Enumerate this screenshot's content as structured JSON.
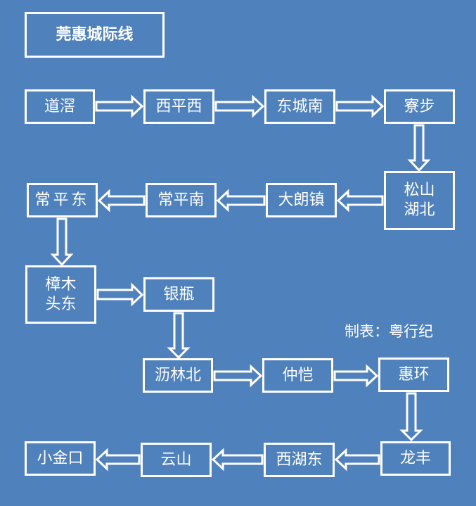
{
  "title": "莞惠城际线",
  "credit": "制表：粤行纪",
  "stations": [
    {
      "id": "s1",
      "name": "道滘"
    },
    {
      "id": "s2",
      "name": "西平西"
    },
    {
      "id": "s3",
      "name": "东城南"
    },
    {
      "id": "s4",
      "name": "寮步"
    },
    {
      "id": "s5",
      "name": "松山\n湖北"
    },
    {
      "id": "s6",
      "name": "大朗镇"
    },
    {
      "id": "s7",
      "name": "常平南"
    },
    {
      "id": "s8",
      "name": "常平东"
    },
    {
      "id": "s9",
      "name": "樟木\n头东"
    },
    {
      "id": "s10",
      "name": "银瓶"
    },
    {
      "id": "s11",
      "name": "沥林北"
    },
    {
      "id": "s12",
      "name": "仲恺"
    },
    {
      "id": "s13",
      "name": "惠环"
    },
    {
      "id": "s14",
      "name": "龙丰"
    },
    {
      "id": "s15",
      "name": "西湖东"
    },
    {
      "id": "s16",
      "name": "云山"
    },
    {
      "id": "s17",
      "name": "小金口"
    }
  ],
  "colors": {
    "background": "#4f81bd",
    "line": "#ffffff"
  }
}
